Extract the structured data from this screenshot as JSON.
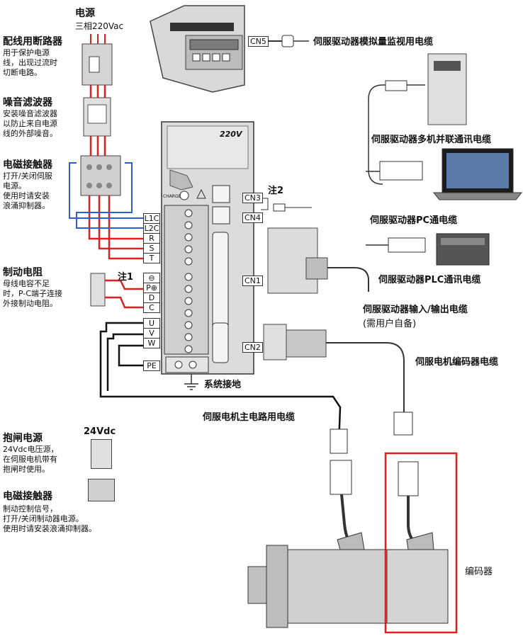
{
  "left": {
    "power": {
      "title": "电源",
      "spec": "三相220Vac"
    },
    "breaker": {
      "title": "配线用断路器",
      "desc": [
        "用于保护电源",
        "线，出现过流时",
        "切断电路。"
      ]
    },
    "filter": {
      "title": "噪音滤波器",
      "desc": [
        "安装噪音滤波器",
        "以防止来自电源",
        "线的外部噪音。"
      ]
    },
    "contactor": {
      "title": "电磁接触器",
      "desc": [
        "打开/关闭伺服",
        "电源。",
        "使用时请安装",
        "浪涌抑制器。"
      ]
    },
    "brake_resistor": {
      "title": "制动电阻",
      "desc": [
        "母线电容不足",
        "时，P-C端子连接",
        "外接制动电阻。"
      ]
    },
    "brake_power": {
      "title": "抱闸电源",
      "desc": [
        "24Vdc电压源，",
        "在伺服电机带有",
        "抱闸时使用。"
      ],
      "voltage": "24Vdc"
    },
    "brake_contactor": {
      "title": "电磁接触器",
      "desc": [
        "制动控制信号，",
        "打开/关闭制动器电源。",
        "使用时请安装浪涌抑制器。"
      ]
    }
  },
  "notes": {
    "note1": "注1",
    "note2": "注2"
  },
  "drive": {
    "model_label": "220V",
    "charge_label": "CHARGE",
    "terminals": [
      "L1C",
      "L2C",
      "R",
      "S",
      "T",
      "⊖",
      "P⊕",
      "D",
      "C",
      "U",
      "V",
      "W",
      "PE"
    ],
    "connectors": {
      "cn1": "CN1",
      "cn2": "CN2",
      "cn3": "CN3",
      "cn4": "CN4",
      "cn5": "CN5"
    }
  },
  "right": {
    "analog_cable": "伺服驱动器模拟量监视用电缆",
    "multi_cable": "伺服驱动器多机并联通讯电缆",
    "pc_cable": "伺服驱动器PC通电缆",
    "plc_cable": "伺服驱动器PLC通讯电缆",
    "io_cable": "伺服驱动器输入/输出电缆",
    "io_note": "(需用户自备)",
    "encoder_cable": "伺服电机编码器电缆"
  },
  "bottom": {
    "ground": "系统接地",
    "main_cable": "伺服电机主电路用电缆",
    "encoder": "编码器"
  },
  "colors": {
    "red_wire": "#e0201c",
    "blue_wire": "#2c5fd6",
    "highlight": "#e02020",
    "device": "#cfcfcf"
  }
}
